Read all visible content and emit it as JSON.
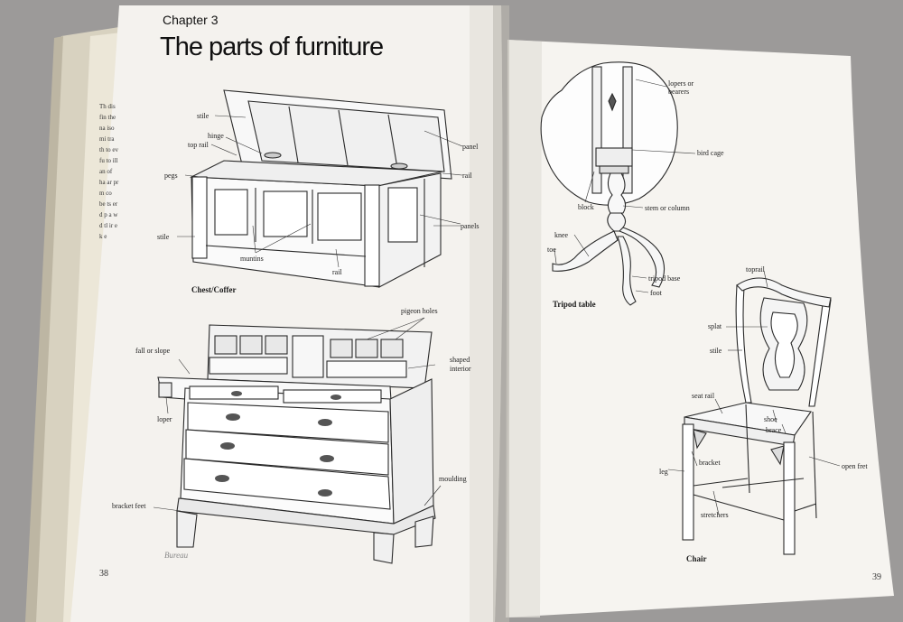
{
  "left_page": {
    "chapter": "Chapter 3",
    "title": "The parts of furniture",
    "page_number": "38",
    "chest": {
      "caption": "Chest/Coffer",
      "labels": {
        "stile_top": "stile",
        "hinge": "hinge",
        "top_rail": "top rail",
        "pegs": "pegs",
        "panel": "panel",
        "rail_right": "rail",
        "panels": "panels",
        "stile_left": "stile",
        "muntins": "muntins",
        "rail_bottom": "rail"
      }
    },
    "bureau": {
      "caption": "Bureau",
      "labels": {
        "pigeon_holes": "pigeon holes",
        "fall_or_slope": "fall or slope",
        "shaped": "shaped",
        "interior": "interior",
        "loper": "loper",
        "moulding": "moulding",
        "bracket_feet": "bracket feet"
      }
    }
  },
  "right_page": {
    "page_number": "39",
    "tripod_table": {
      "caption": "Tripod table",
      "labels": {
        "lopers_or": "lopers or",
        "bearers": "bearers",
        "bird_cage": "bird cage",
        "block": "block",
        "stem_or_column": "stem or column",
        "knee": "knee",
        "toe": "toe",
        "tripod_base": "tripod base",
        "foot": "foot"
      }
    },
    "chair": {
      "caption": "Chair",
      "labels": {
        "toprail": "toprail",
        "splat": "splat",
        "stile": "stile",
        "seat_rail": "seat rail",
        "shoe": "shoe",
        "brace": "brace",
        "open_fret": "open fret",
        "bracket": "bracket",
        "leg": "leg",
        "stretchers": "stretchers"
      }
    }
  },
  "back_book": {
    "ghost_text": "Th dis fin the na iso mi tra th to ev fu to ill an of ha ar pr m co be ts er d p a w d tl ir e k e"
  }
}
